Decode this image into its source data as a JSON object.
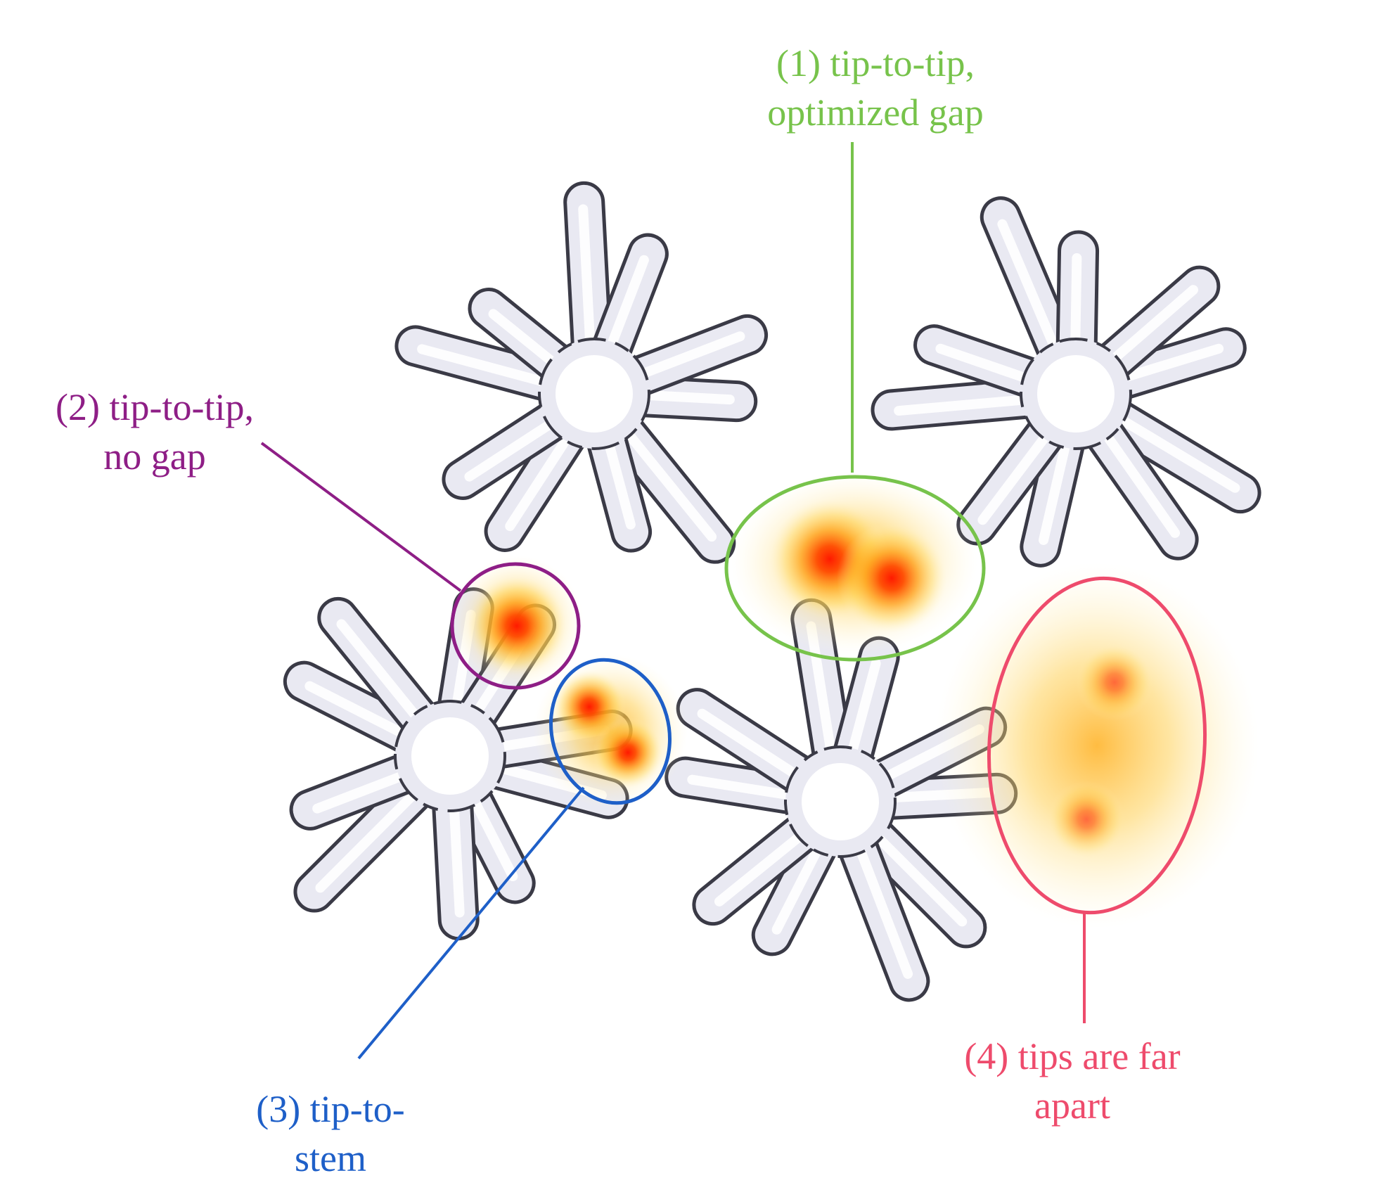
{
  "annotations": [
    {
      "id": "1",
      "lines": [
        "(1) tip-to-tip,",
        "optimized gap"
      ],
      "color": "#77c34b"
    },
    {
      "id": "2",
      "lines": [
        "(2) tip-to-tip,",
        "no gap"
      ],
      "color": "#8e1e86"
    },
    {
      "id": "3",
      "lines": [
        "(3) tip-to-",
        "stem"
      ],
      "color": "#1e5fc8"
    },
    {
      "id": "4",
      "lines": [
        "(4) tips are far",
        "apart"
      ],
      "color": "#ee4b6c"
    }
  ],
  "colors": {
    "star_fill": "#e9e9f2",
    "star_outline": "#3a3a46",
    "hotspot_core": "#ff1a00",
    "hotspot_mid": "#ff8c00",
    "hotspot_halo": "#ffd24a"
  },
  "stars": [
    {
      "name": "star-top-left",
      "arms": 10,
      "rotation": 8
    },
    {
      "name": "star-top-right",
      "arms": 10,
      "rotation": -12
    },
    {
      "name": "star-bottom-left",
      "arms": 10,
      "rotation": 20
    },
    {
      "name": "star-bottom-center",
      "arms": 10,
      "rotation": 2
    }
  ]
}
